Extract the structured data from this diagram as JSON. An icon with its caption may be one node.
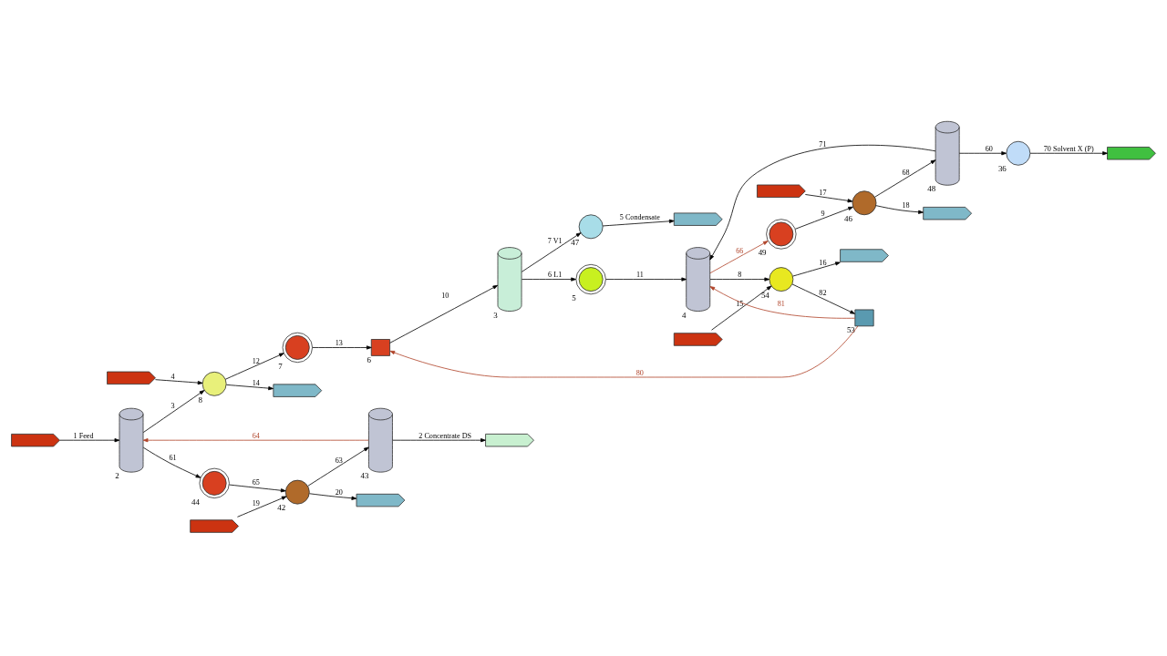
{
  "diagram": {
    "nodes": [
      {
        "text": [],
        "shape": "arrow"
      },
      {
        "text": [],
        "shape": "arrow"
      },
      {
        "text": [],
        "shape": "cylinder",
        "beside": [
          "2"
        ]
      },
      {
        "text": [],
        "shape": "circle",
        "beside": [
          "8"
        ]
      },
      {
        "text": [],
        "shape": "pump",
        "beside": [
          "7"
        ]
      },
      {
        "text": [],
        "shape": "box",
        "beside": [
          "6"
        ]
      },
      {
        "text": [],
        "shape": "cylinder",
        "beside": [
          "3"
        ]
      },
      {
        "text": [],
        "shape": "circle",
        "beside": [
          "47"
        ]
      },
      {
        "text": [],
        "shape": "arrow"
      },
      {
        "text": [],
        "shape": "arrow"
      },
      {
        "text": [],
        "shape": "arrow"
      },
      {
        "text": [],
        "shape": "circle",
        "beside": [
          "54"
        ]
      },
      {
        "text": [],
        "shape": "box",
        "beside": [
          "53"
        ]
      },
      {
        "text": [],
        "shape": "cylinder",
        "beside": [
          "4"
        ]
      },
      {
        "text": [],
        "shape": "arrow"
      },
      {
        "text": [],
        "shape": "pump",
        "beside": [
          "5"
        ]
      },
      {
        "text": [],
        "shape": "arrow"
      },
      {
        "text": [],
        "shape": "cylinder",
        "beside": [
          "48"
        ]
      },
      {
        "text": [],
        "shape": "circle",
        "beside": [
          "46"
        ]
      },
      {
        "text": [],
        "shape": "pump",
        "beside": [
          "49"
        ]
      },
      {
        "text": [],
        "shape": "arrow"
      },
      {
        "text": [],
        "shape": "cylinder",
        "beside": [
          "43"
        ]
      },
      {
        "text": [],
        "shape": "circle",
        "beside": [
          "42"
        ]
      },
      {
        "text": [],
        "shape": "pump",
        "beside": [
          "44"
        ]
      },
      {
        "text": [],
        "shape": "arrow"
      },
      {
        "text": [],
        "shape": "arrow"
      },
      {
        "text": [],
        "shape": "arrow"
      },
      {
        "text": [],
        "shape": "circle",
        "beside": [
          "36"
        ]
      },
      {
        "text": [],
        "shape": "arrow"
      }
    ],
    "edges": [
      {
        "from": 0,
        "to": 3,
        "arrow": "to",
        "label": "4"
      },
      {
        "from": 1,
        "to": 2,
        "arrow": "to",
        "label": "1 Feed"
      },
      {
        "from": 2,
        "to": 3,
        "arrow": "to",
        "label": "3"
      },
      {
        "from": 3,
        "to": 4,
        "arrow": "to",
        "label": "12"
      },
      {
        "from": 3,
        "to": 9,
        "arrow": "to",
        "label": "14"
      },
      {
        "from": 4,
        "to": 5,
        "arrow": "to",
        "label": "13"
      },
      {
        "from": 5,
        "to": 6,
        "arrow": "to",
        "label": "10"
      },
      {
        "from": 6,
        "to": 7,
        "arrow": "to",
        "label": "7 V1"
      },
      {
        "from": 7,
        "to": 8,
        "arrow": "to",
        "label": "5 Condensate"
      },
      {
        "from": 6,
        "to": 15,
        "arrow": "to",
        "label": "6 L1"
      },
      {
        "from": 15,
        "to": 13,
        "arrow": "to",
        "label": "11"
      },
      {
        "from": 12,
        "to": 5,
        "arrow": "to",
        "label": "80",
        "color": "#b0442a"
      },
      {
        "from": 10,
        "to": 11,
        "arrow": "to",
        "label": "15"
      },
      {
        "from": 12,
        "to": 13,
        "arrow": "to",
        "label": "81",
        "color": "#b0442a"
      },
      {
        "from": 13,
        "to": 11,
        "arrow": "to",
        "label": "8"
      },
      {
        "from": 11,
        "to": 12,
        "arrow": "to",
        "label": "82"
      },
      {
        "from": 11,
        "to": 14,
        "arrow": "to",
        "label": "16"
      },
      {
        "from": 17,
        "to": 13,
        "arrow": "to",
        "label": "71"
      },
      {
        "from": 13,
        "to": 19,
        "arrow": "to",
        "label": "66",
        "color": "#b0442a"
      },
      {
        "from": 18,
        "to": 16,
        "arrow": "to",
        "label": "18"
      },
      {
        "from": 19,
        "to": 18,
        "arrow": "to",
        "label": "9"
      },
      {
        "from": 18,
        "to": 17,
        "arrow": "to",
        "label": "68"
      },
      {
        "from": 24,
        "to": 18,
        "arrow": "to",
        "label": "17"
      },
      {
        "from": 21,
        "to": 2,
        "arrow": "to",
        "label": "64",
        "color": "#b0442a"
      },
      {
        "from": 20,
        "to": 22,
        "arrow": "to",
        "label": "19"
      },
      {
        "from": 2,
        "to": 23,
        "arrow": "to",
        "label": "61"
      },
      {
        "from": 23,
        "to": 22,
        "arrow": "to",
        "label": "65"
      },
      {
        "from": 22,
        "to": 21,
        "arrow": "to",
        "label": "63"
      },
      {
        "from": 22,
        "to": 25,
        "arrow": "to",
        "label": "20"
      },
      {
        "from": 21,
        "to": 26,
        "arrow": "to",
        "label": "2 Concentrate DS"
      },
      {
        "from": 17,
        "to": 27,
        "arrow": "to",
        "label": "60"
      },
      {
        "from": 27,
        "to": 28,
        "arrow": "to",
        "label": "70 Solvent X (P)"
      }
    ]
  }
}
